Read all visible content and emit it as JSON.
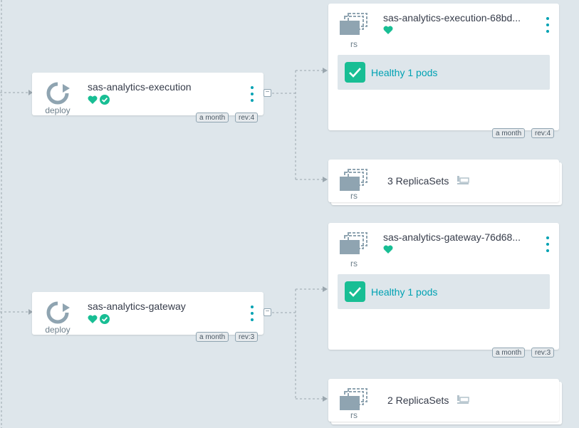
{
  "colors": {
    "background": "#dee6eb",
    "accent": "#00a2b3",
    "healthy": "#18be94",
    "icon_gray": "#8fa4b1"
  },
  "deployments": [
    {
      "name": "sas-analytics-execution",
      "kind": "deploy",
      "age": "a month",
      "revision": "rev:4",
      "replicaset": {
        "name": "sas-analytics-execution-68bd...",
        "kind": "rs",
        "age": "a month",
        "revision": "rev:4",
        "pods_label": "Healthy 1 pods"
      },
      "group": {
        "kind": "rs",
        "label": "3 ReplicaSets"
      }
    },
    {
      "name": "sas-analytics-gateway",
      "kind": "deploy",
      "age": "a month",
      "revision": "rev:3",
      "replicaset": {
        "name": "sas-analytics-gateway-76d68...",
        "kind": "rs",
        "age": "a month",
        "revision": "rev:3",
        "pods_label": "Healthy 1 pods"
      },
      "group": {
        "kind": "rs",
        "label": "2 ReplicaSets"
      }
    }
  ],
  "icons": {
    "deploy": "sync-arrow-icon",
    "replicaset": "layers-icon",
    "health": "heart-icon",
    "sync": "check-circle-icon",
    "group": "stack-icon"
  }
}
